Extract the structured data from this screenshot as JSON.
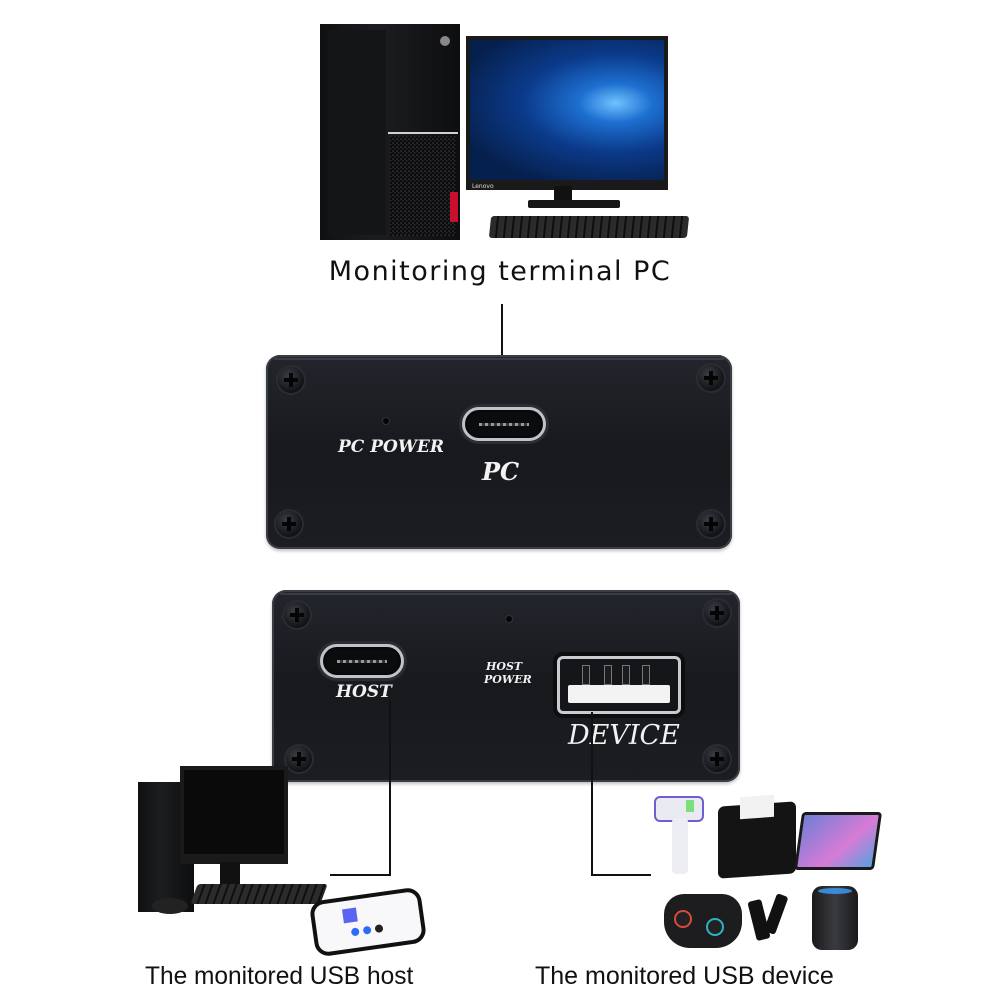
{
  "captions": {
    "top": "Monitoring terminal PC",
    "host": "The monitored USB host",
    "device": "The monitored USB device"
  },
  "panel_top": {
    "led_label": "PC POWER",
    "port_label": "PC",
    "port_type": "USB Type-C"
  },
  "panel_bottom": {
    "host_port_label": "HOST",
    "host_port_type": "USB Type-C",
    "led_label_line1": "HOST",
    "led_label_line2": "POWER",
    "device_port_label": "DEVICE",
    "device_port_type": "USB Type-A"
  },
  "images": {
    "top": "desktop-pc-with-monitor-and-keyboard",
    "host": [
      "desktop-pc-with-monitor",
      "smartphone"
    ],
    "devices": [
      "infrared-thermometer",
      "receipt-printer",
      "tablet",
      "game-controller",
      "usb-wireless-adapter",
      "smart-speaker"
    ]
  },
  "brand_text": {
    "monitor": "Lenovo"
  },
  "colors": {
    "background": "#ffffff",
    "panel": "#1b1d22",
    "silkscreen": "#f2f2f2",
    "text": "#111111"
  }
}
